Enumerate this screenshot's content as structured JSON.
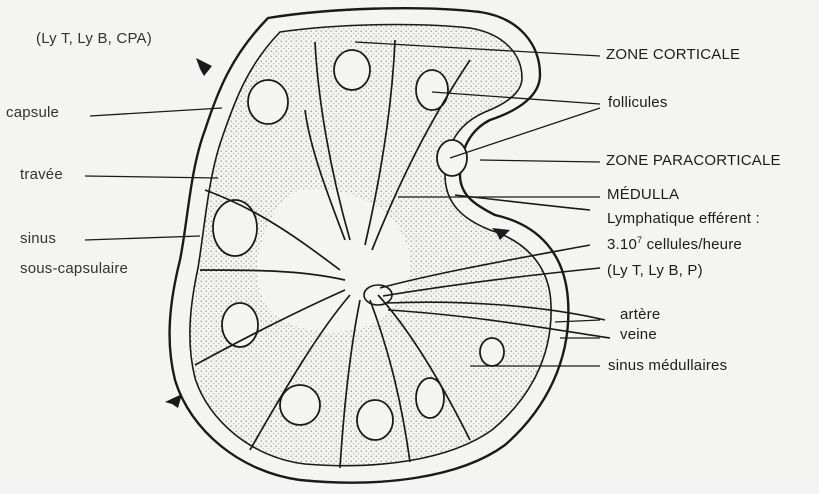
{
  "diagram": {
    "labels": {
      "top_left_cells": "(Ly T, Ly B, CPA)",
      "capsule": "capsule",
      "travee": "travée",
      "sinus_sous_capsulaire_1": "sinus",
      "sinus_sous_capsulaire_2": "sous-capsulaire",
      "zone_corticale": "ZONE CORTICALE",
      "follicules": "follicules",
      "zone_paracorticale": "ZONE PARACORTICALE",
      "medulla": "MÉDULLA",
      "lymphatique_efferent": "Lymphatique efférent :",
      "cell_rate_prefix": "3.10",
      "cell_rate_exponent": "7",
      "cell_rate_suffix": " cellules/heure",
      "efferent_cells": "(Ly T, Ly B, P)",
      "artere": "artère",
      "veine": "veine",
      "sinus_medullaires": "sinus médullaires"
    },
    "colors": {
      "ink": "#1a1a1a",
      "background": "#f4f4f2",
      "stipple": "#9a9a9a"
    }
  }
}
